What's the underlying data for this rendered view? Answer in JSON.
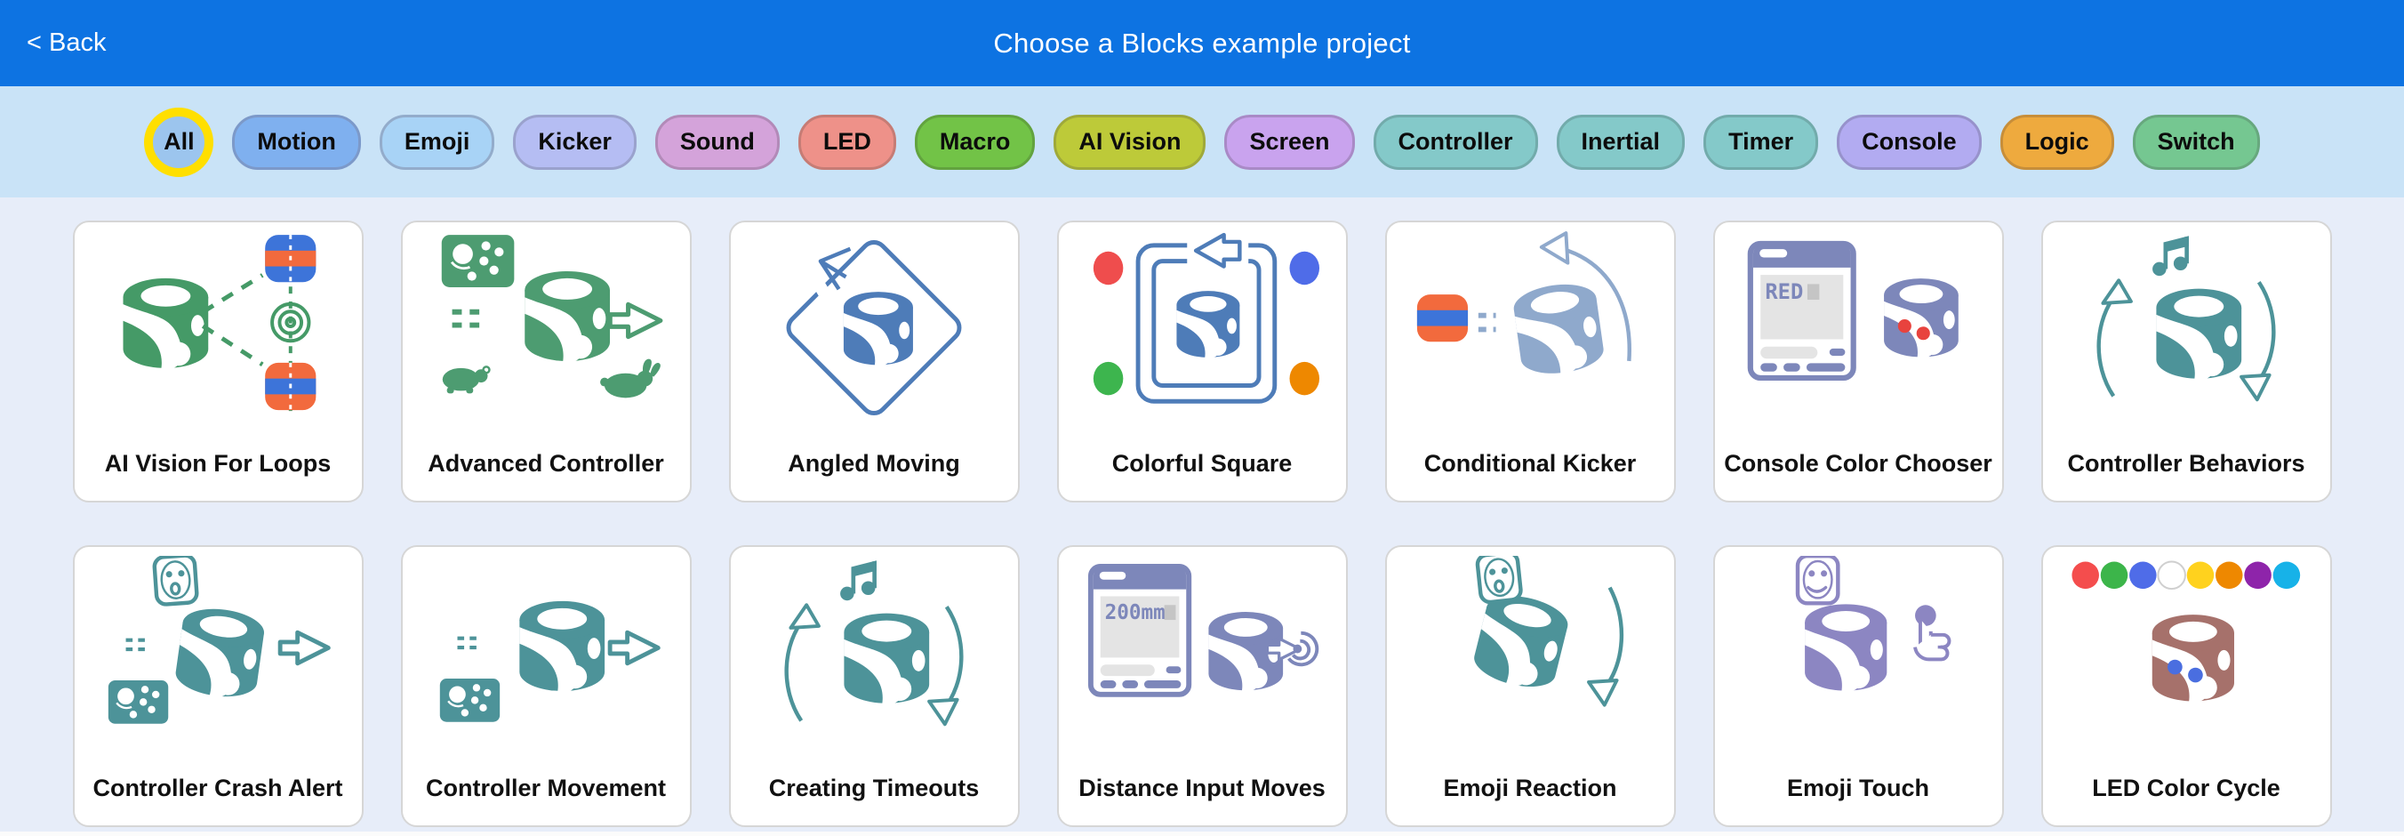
{
  "header": {
    "back_label": "< Back",
    "title": "Choose a Blocks example project",
    "bg": "#0d73e2",
    "text_color": "#ffffff"
  },
  "filters": {
    "selected": "All",
    "selected_ring": "#ffdf00",
    "bar_bg": "#c9e3f7",
    "items": [
      {
        "label": "All",
        "fill": "#9cc5ee",
        "border": "#86add6",
        "selected": true
      },
      {
        "label": "Motion",
        "fill": "#7fb0ef",
        "border": "#7c99c9"
      },
      {
        "label": "Emoji",
        "fill": "#a8d3f6",
        "border": "#93accb"
      },
      {
        "label": "Kicker",
        "fill": "#b5bdf3",
        "border": "#9aa2cd"
      },
      {
        "label": "Sound",
        "fill": "#d4a3da",
        "border": "#b28ab8"
      },
      {
        "label": "LED",
        "fill": "#ee9189",
        "border": "#c67c75"
      },
      {
        "label": "Macro",
        "fill": "#72c347",
        "border": "#62a33f"
      },
      {
        "label": "AI Vision",
        "fill": "#bdca39",
        "border": "#9fa93a"
      },
      {
        "label": "Screen",
        "fill": "#c9a3ee",
        "border": "#a98ac6"
      },
      {
        "label": "Controller",
        "fill": "#84c9c9",
        "border": "#72abab"
      },
      {
        "label": "Inertial",
        "fill": "#84c9c9",
        "border": "#72abab"
      },
      {
        "label": "Timer",
        "fill": "#84c9c9",
        "border": "#72abab"
      },
      {
        "label": "Console",
        "fill": "#b2abf1",
        "border": "#9792cb"
      },
      {
        "label": "Logic",
        "fill": "#eeaa3e",
        "border": "#c78e3a"
      },
      {
        "label": "Switch",
        "fill": "#75c791",
        "border": "#67a87e"
      }
    ]
  },
  "grid": {
    "page_bg": "#e7edf9",
    "card_border": "#d6d6d6",
    "cards": [
      {
        "label": "AI Vision For Loops",
        "icon": "ai-vision-loops",
        "color": "#459a67"
      },
      {
        "label": "Advanced Controller",
        "icon": "advanced-controller",
        "color": "#4d9c71"
      },
      {
        "label": "Angled Moving",
        "icon": "angled-moving",
        "color": "#4e7cb8"
      },
      {
        "label": "Colorful Square",
        "icon": "colorful-square",
        "color": "#4e7cb8",
        "dots": [
          "#ef4d4d",
          "#4f6ce8",
          "#3db54e",
          "#ee8800"
        ]
      },
      {
        "label": "Conditional Kicker",
        "icon": "conditional-kicker",
        "color": "#8fa9cc"
      },
      {
        "label": "Console Color Chooser",
        "icon": "console-color-chooser",
        "color": "#7d87ba",
        "console_text": "RED",
        "eyes": "#e8433e"
      },
      {
        "label": "Controller Behaviors",
        "icon": "note-spin",
        "color": "#4d9399"
      },
      {
        "label": "Controller Crash Alert",
        "icon": "crash-alert",
        "color": "#4d9399"
      },
      {
        "label": "Controller Movement",
        "icon": "controller-move",
        "color": "#4d9399"
      },
      {
        "label": "Creating Timeouts",
        "icon": "note-spin",
        "color": "#4d9399"
      },
      {
        "label": "Distance Input Moves",
        "icon": "distance-input",
        "color": "#7d87ba",
        "console_text": "200mm"
      },
      {
        "label": "Emoji Reaction",
        "icon": "emoji-reaction",
        "color": "#4d9399"
      },
      {
        "label": "Emoji Touch",
        "icon": "emoji-touch",
        "color": "#8c86c2"
      },
      {
        "label": "LED Color Cycle",
        "icon": "led-cycle",
        "color": "#a6716b",
        "eyes": "#4a6ee0",
        "dots": [
          "#f44d4d",
          "#3cb54a",
          "#4f6ce8",
          "#ffffff",
          "#ffd21e",
          "#ee8800",
          "#8e24aa",
          "#17b2e8"
        ]
      }
    ]
  },
  "colors": {
    "barrel_orange": "#f26a3d",
    "barrel_blue": "#3d74d9",
    "console_screen": "#e4e4e4"
  }
}
